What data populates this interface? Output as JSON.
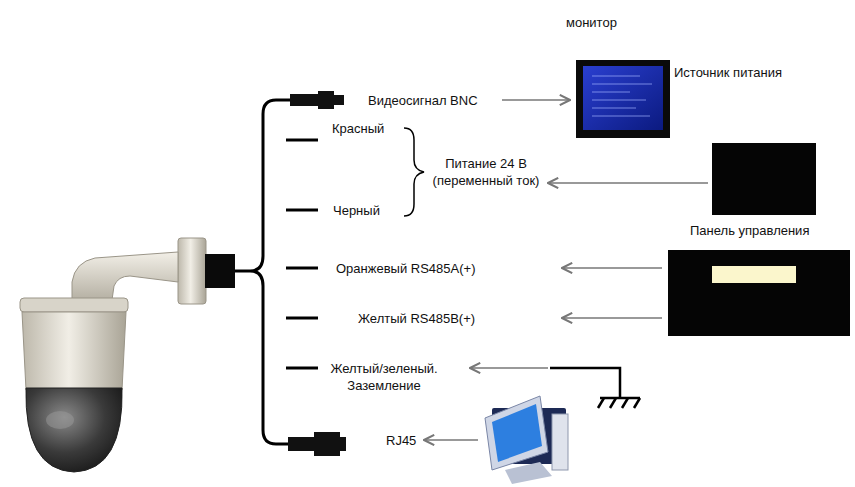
{
  "diagram": {
    "labels": [
      "монитор",
      "Видеосигнал BNC",
      "Источник питания",
      "Красный",
      "Питание 24 В (переменный ток)",
      "Черный",
      "Панель управления",
      "Оранжевый RS485A(+)",
      "Желтый RS485B(+)",
      "Желтый/зеленый. Заземление",
      "RJ45"
    ]
  }
}
